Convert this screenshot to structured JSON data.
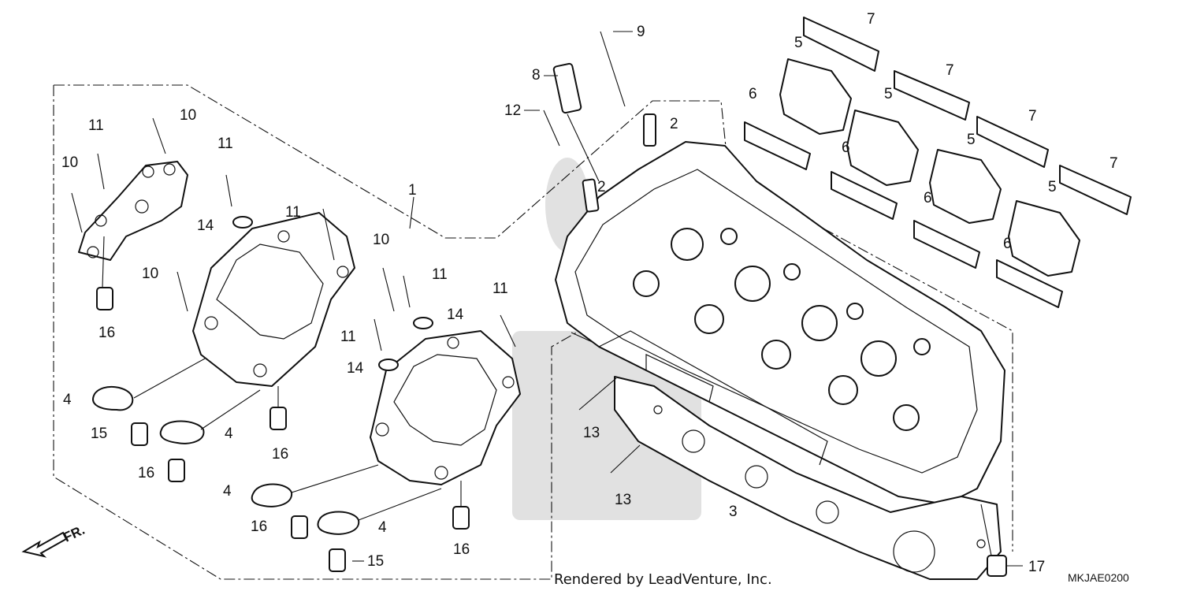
{
  "diagram": {
    "credit": "Rendered by LeadVenture, Inc.",
    "diagram_code": "MKJAE0200",
    "direction_label": "FR.",
    "callouts": [
      {
        "id": "c1",
        "text": "1"
      },
      {
        "id": "c2a",
        "text": "2"
      },
      {
        "id": "c2b",
        "text": "2"
      },
      {
        "id": "c3",
        "text": "3"
      },
      {
        "id": "c4a",
        "text": "4"
      },
      {
        "id": "c4b",
        "text": "4"
      },
      {
        "id": "c4c",
        "text": "4"
      },
      {
        "id": "c4d",
        "text": "4"
      },
      {
        "id": "c5a",
        "text": "5"
      },
      {
        "id": "c5b",
        "text": "5"
      },
      {
        "id": "c5c",
        "text": "5"
      },
      {
        "id": "c5d",
        "text": "5"
      },
      {
        "id": "c6a",
        "text": "6"
      },
      {
        "id": "c6b",
        "text": "6"
      },
      {
        "id": "c6c",
        "text": "6"
      },
      {
        "id": "c6d",
        "text": "6"
      },
      {
        "id": "c7a",
        "text": "7"
      },
      {
        "id": "c7b",
        "text": "7"
      },
      {
        "id": "c7c",
        "text": "7"
      },
      {
        "id": "c7d",
        "text": "7"
      },
      {
        "id": "c8",
        "text": "8"
      },
      {
        "id": "c9",
        "text": "9"
      },
      {
        "id": "c10a",
        "text": "10"
      },
      {
        "id": "c10b",
        "text": "10"
      },
      {
        "id": "c10c",
        "text": "10"
      },
      {
        "id": "c10d",
        "text": "10"
      },
      {
        "id": "c11a",
        "text": "11"
      },
      {
        "id": "c11b",
        "text": "11"
      },
      {
        "id": "c11c",
        "text": "11"
      },
      {
        "id": "c11d",
        "text": "11"
      },
      {
        "id": "c11e",
        "text": "11"
      },
      {
        "id": "c11f",
        "text": "11"
      },
      {
        "id": "c12",
        "text": "12"
      },
      {
        "id": "c13a",
        "text": "13"
      },
      {
        "id": "c13b",
        "text": "13"
      },
      {
        "id": "c14a",
        "text": "14"
      },
      {
        "id": "c14b",
        "text": "14"
      },
      {
        "id": "c14c",
        "text": "14"
      },
      {
        "id": "c15a",
        "text": "15"
      },
      {
        "id": "c15b",
        "text": "15"
      },
      {
        "id": "c16a",
        "text": "16"
      },
      {
        "id": "c16b",
        "text": "16"
      },
      {
        "id": "c16c",
        "text": "16"
      },
      {
        "id": "c16d",
        "text": "16"
      },
      {
        "id": "c16e",
        "text": "16"
      },
      {
        "id": "c17",
        "text": "17"
      }
    ]
  }
}
